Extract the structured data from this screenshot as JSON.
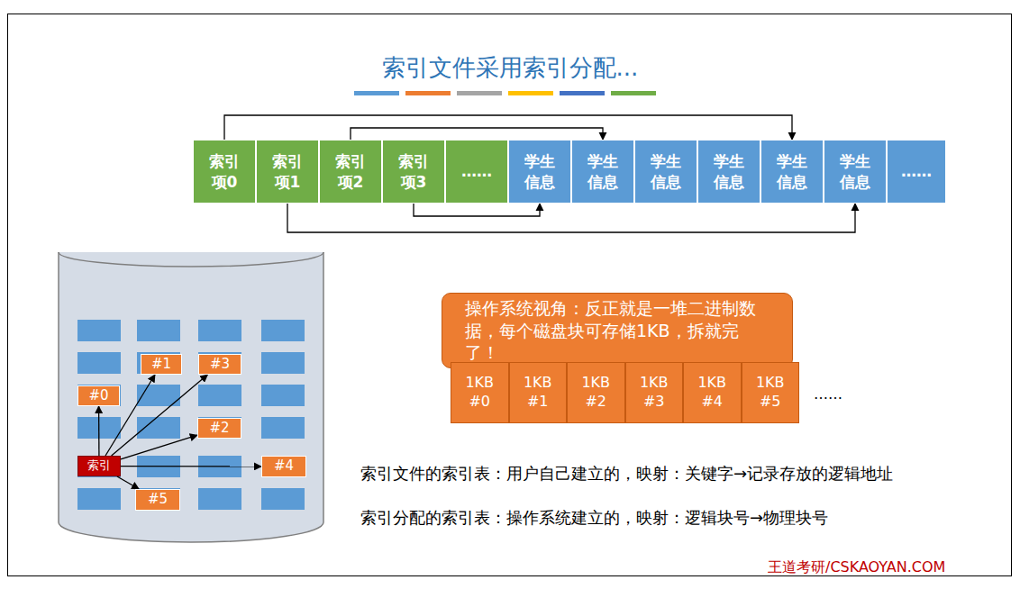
{
  "diagram": {
    "title": "索引文件采用索引分配...",
    "nodes": [
      {
        "text": [
          "索引项0"
        ]
      },
      {
        "text": [
          "索引项1"
        ]
      },
      {
        "text": [
          "索引项2"
        ]
      },
      {
        "text": [
          "索引项3"
        ]
      },
      {
        "text": [
          "……"
        ]
      },
      {
        "text": [
          "学生信息"
        ]
      },
      {
        "text": [
          "学生信息"
        ]
      },
      {
        "text": [
          "学生信息"
        ]
      },
      {
        "text": [
          "学生信息"
        ]
      },
      {
        "text": [
          "学生信息"
        ]
      },
      {
        "text": [
          "学生信息"
        ]
      },
      {
        "text": [
          "……"
        ]
      },
      {
        "text": [
          "#1"
        ]
      },
      {
        "text": [
          "#3"
        ]
      },
      {
        "text": [
          "#0"
        ]
      },
      {
        "text": [
          "#2"
        ]
      },
      {
        "text": [
          "索引"
        ]
      },
      {
        "text": [
          "#4"
        ]
      },
      {
        "text": [
          "#5"
        ]
      },
      {
        "text": [
          "操作系统视角：反正就是一堆二进制数据，每个磁盘块可存储1KB，拆就完了！"
        ]
      },
      {
        "text": [
          "1KB #0"
        ]
      },
      {
        "text": [
          "1KB #1"
        ]
      },
      {
        "text": [
          "1KB #2"
        ]
      },
      {
        "text": [
          "1KB #3"
        ]
      },
      {
        "text": [
          "1KB #4"
        ]
      },
      {
        "text": [
          "1KB #5"
        ]
      }
    ],
    "edges": [
      {
        "from": 0,
        "to": 9,
        "arrow": "to"
      },
      {
        "from": 2,
        "to": 6,
        "arrow": "to"
      },
      {
        "from": 1,
        "to": 10,
        "arrow": "to"
      },
      {
        "from": 3,
        "to": 5,
        "arrow": "to"
      },
      {
        "from": 16,
        "to": 14,
        "arrow": "to"
      },
      {
        "from": 16,
        "to": 12,
        "arrow": "to"
      },
      {
        "from": 16,
        "to": 13,
        "arrow": "to"
      },
      {
        "from": 16,
        "to": 15,
        "arrow": "to"
      },
      {
        "from": 16,
        "to": 17,
        "arrow": "to"
      },
      {
        "from": 16,
        "to": 18,
        "arrow": "to"
      }
    ],
    "labels": [
      "……",
      "索引文件的索引表：用户自己建立的，映射：关键字→记录存放的逻辑地址",
      "索引分配的索引表：操作系统建立的，映射：逻辑块号→物理块号",
      "王道考研/CSKAOYAN.COM"
    ]
  }
}
